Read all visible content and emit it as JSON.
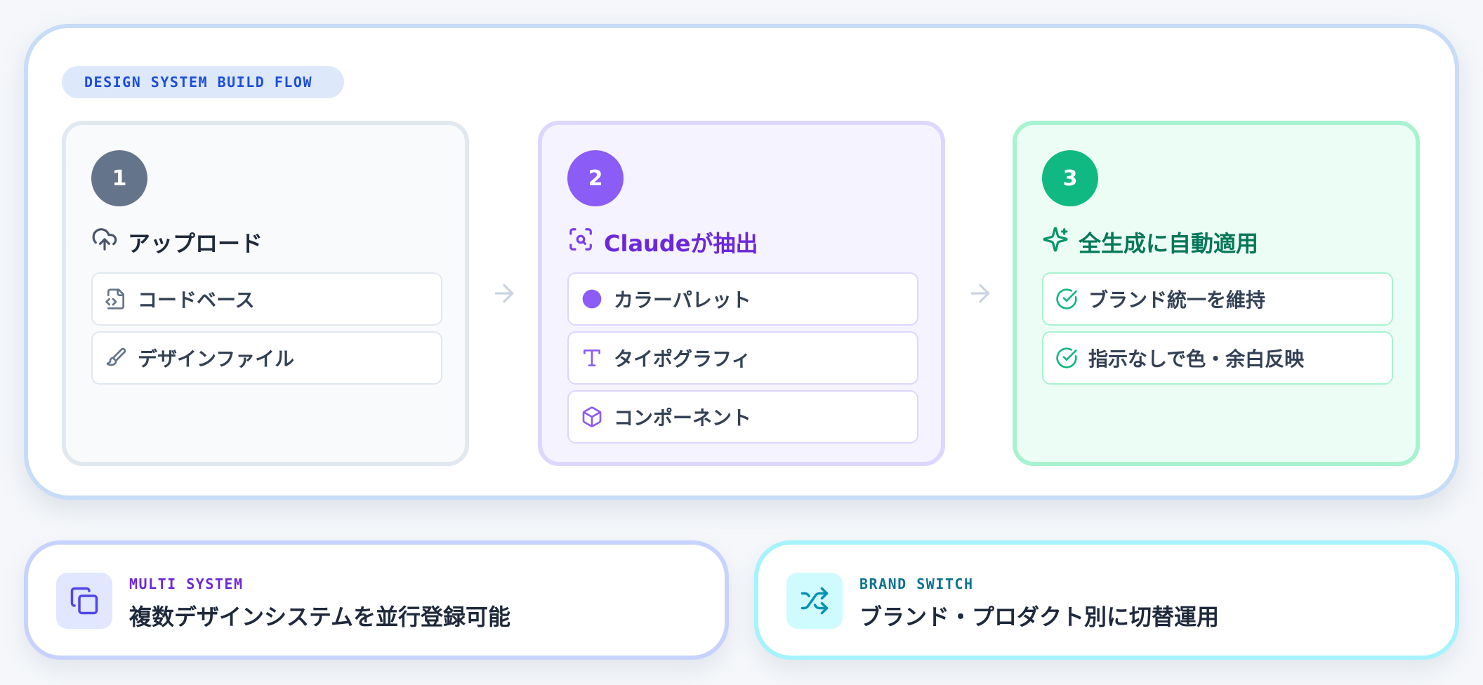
{
  "badge": "DESIGN SYSTEM BUILD FLOW",
  "colors": {
    "step1": "#64748b",
    "step2": "#8b5cf6",
    "step3": "#10b981",
    "accent_blue": "#1d4ed8",
    "accent_cyan": "#0e7490"
  },
  "steps": [
    {
      "number": "1",
      "title": "アップロード",
      "icon": "cloud-upload-icon",
      "items": [
        {
          "label": "コードベース",
          "icon": "file-code-icon"
        },
        {
          "label": "デザインファイル",
          "icon": "paintbrush-icon"
        }
      ]
    },
    {
      "number": "2",
      "title": "Claudeが抽出",
      "icon": "scan-search-icon",
      "items": [
        {
          "label": "カラーパレット",
          "icon": "color-dot-icon"
        },
        {
          "label": "タイポグラフィ",
          "icon": "type-icon"
        },
        {
          "label": "コンポーネント",
          "icon": "box-icon"
        }
      ]
    },
    {
      "number": "3",
      "title": "全生成に自動適用",
      "icon": "sparkles-icon",
      "items": [
        {
          "label": "ブランド統一を維持",
          "icon": "check-circle-icon"
        },
        {
          "label": "指示なしで色・余白反映",
          "icon": "check-circle-icon"
        }
      ]
    }
  ],
  "features": [
    {
      "label": "MULTI SYSTEM",
      "title": "複数デザインシステムを並行登録可能",
      "icon": "copy-icon"
    },
    {
      "label": "BRAND SWITCH",
      "title": "ブランド・プロダクト別に切替運用",
      "icon": "shuffle-icon"
    }
  ]
}
